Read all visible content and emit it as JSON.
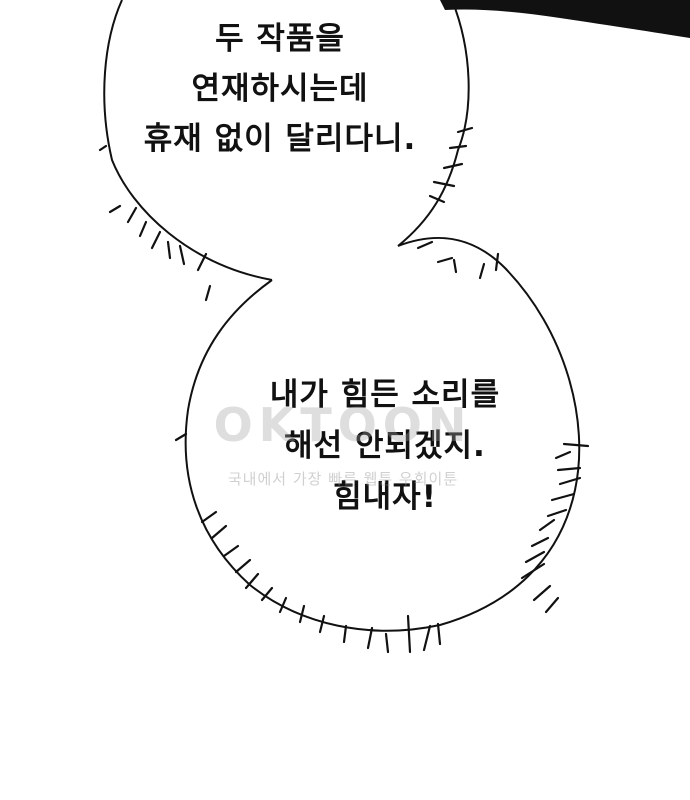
{
  "bubbles": [
    {
      "lines": [
        "두 작품을",
        "연재하시는데",
        "휴재 없이 달리다니."
      ]
    },
    {
      "lines": [
        "내가 힘든 소리를",
        "해선 안되겠지.",
        "힘내자!"
      ]
    }
  ],
  "watermark": {
    "logo": "OKTOON",
    "tagline": "국내에서 가장 빠른 웹툰 우회이툰"
  },
  "colors": {
    "ink": "#111111",
    "background": "#ffffff",
    "watermark": "#a0a0a0"
  }
}
